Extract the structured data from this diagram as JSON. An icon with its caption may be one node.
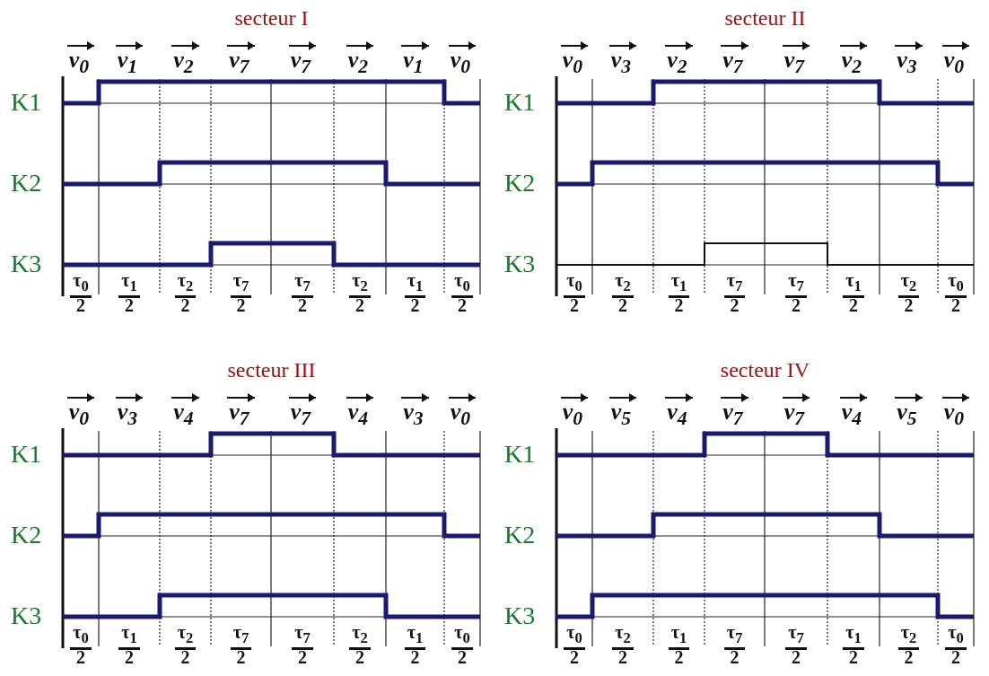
{
  "diagram": {
    "labels": [
      "secteur I",
      "v$_{0}$",
      "v$_{1}$",
      "v$_{2}$",
      "v$_{7}$",
      "v$_{7}$",
      "v$_{2}$",
      "v$_{1}$",
      "v$_{0}$",
      "K1",
      "K2",
      "K3",
      "τ$_{0}$",
      "τ$_{1}$",
      "τ$_{2}$",
      "τ$_{7}$",
      "τ$_{7}$",
      "τ$_{2}$",
      "τ$_{1}$",
      "τ$_{0}$",
      "2",
      "2",
      "2",
      "2",
      "2",
      "2",
      "2",
      "2",
      "secteur II",
      "v$_{0}$",
      "v$_{3}$",
      "v$_{2}$",
      "v$_{7}$",
      "v$_{7}$",
      "v$_{2}$",
      "v$_{3}$",
      "v$_{0}$",
      "K1",
      "K2",
      "K3",
      "τ$_{0}$",
      "τ$_{2}$",
      "τ$_{1}$",
      "τ$_{7}$",
      "τ$_{7}$",
      "τ$_{1}$",
      "τ$_{2}$",
      "τ$_{0}$",
      "2",
      "2",
      "2",
      "2",
      "2",
      "2",
      "2",
      "2",
      "secteur III",
      "v$_{0}$",
      "v$_{3}$",
      "v$_{4}$",
      "v$_{7}$",
      "v$_{7}$",
      "v$_{4}$",
      "v$_{3}$",
      "v$_{0}$",
      "K1",
      "K2",
      "K3",
      "τ$_{0}$",
      "τ$_{1}$",
      "τ$_{2}$",
      "τ$_{7}$",
      "τ$_{7}$",
      "τ$_{2}$",
      "τ$_{1}$",
      "τ$_{0}$",
      "2",
      "2",
      "2",
      "2",
      "2",
      "2",
      "2",
      "2",
      "secteur IV",
      "v$_{0}$",
      "v$_{5}$",
      "v$_{4}$",
      "v$_{7}$",
      "v$_{7}$",
      "v$_{4}$",
      "v$_{5}$",
      "v$_{0}$",
      "K1",
      "K2",
      "K3",
      "τ$_{0}$",
      "τ$_{2}$",
      "τ$_{1}$",
      "τ$_{7}$",
      "τ$_{7}$",
      "τ$_{1}$",
      "τ$_{2}$",
      "τ$_{0}$",
      "2",
      "2",
      "2",
      "2",
      "2",
      "2",
      "2",
      "2"
    ]
  }
}
